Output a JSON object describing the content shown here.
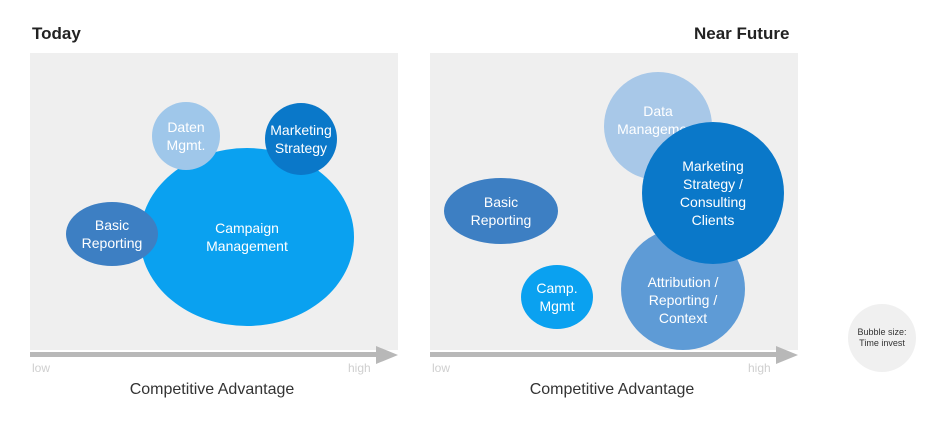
{
  "panels": [
    {
      "title": "Today",
      "axis": {
        "low": "low",
        "high": "high",
        "title": "Competitive Advantage"
      },
      "bubbles": [
        {
          "label": "Daten\nMgmt.",
          "color": "#9fc7ea"
        },
        {
          "label": "Marketing\nStrategy",
          "color": "#0a78c9"
        },
        {
          "label": "Basic\nReporting",
          "color": "#3d7fc3"
        },
        {
          "label": "Campaign\nManagement",
          "color": "#0aa1f0"
        }
      ]
    },
    {
      "title": "Near Future",
      "axis": {
        "low": "low",
        "high": "high",
        "title": "Competitive Advantage"
      },
      "bubbles": [
        {
          "label": "Data\nManagement",
          "color": "#a8c8e8"
        },
        {
          "label": "Basic\nReporting",
          "color": "#3d7fc3"
        },
        {
          "label": "Camp.\nMgmt",
          "color": "#0aa1f0"
        },
        {
          "label": "Attribution /\nReporting /\nContext",
          "color": "#5e9bd6"
        },
        {
          "label": "Marketing\nStrategy /\nConsulting\nClients",
          "color": "#0a78c9"
        }
      ]
    }
  ],
  "legend": {
    "text": "Bubble size:\nTime invest"
  }
}
